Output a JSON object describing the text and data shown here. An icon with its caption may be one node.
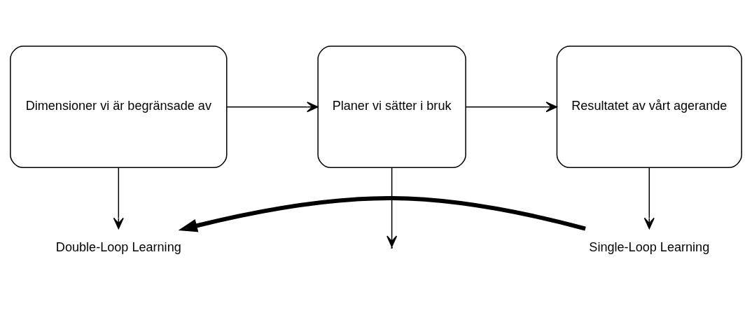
{
  "diagram": {
    "nodes": [
      {
        "text": [
          "Dimensioner vi är begränsade av"
        ]
      },
      {
        "text": [
          "Planer vi sätter i bruk"
        ]
      },
      {
        "text": [
          "Resultatet av vårt agerande"
        ]
      },
      {
        "text": [
          "Double-Loop Learning"
        ]
      },
      {
        "text": [
          "Single-Loop Learning"
        ]
      }
    ],
    "edges": [
      {
        "from": 0,
        "to": 1,
        "arrow": "to"
      },
      {
        "from": 1,
        "to": 2,
        "arrow": "to"
      },
      {
        "from": 0,
        "to": 3,
        "arrow": "to"
      },
      {
        "from": 1,
        "to": null,
        "arrow": "to"
      },
      {
        "from": 2,
        "to": 4,
        "arrow": "to"
      },
      {
        "from": 4,
        "to": 3,
        "arrow": "to",
        "style": "thick"
      }
    ]
  }
}
